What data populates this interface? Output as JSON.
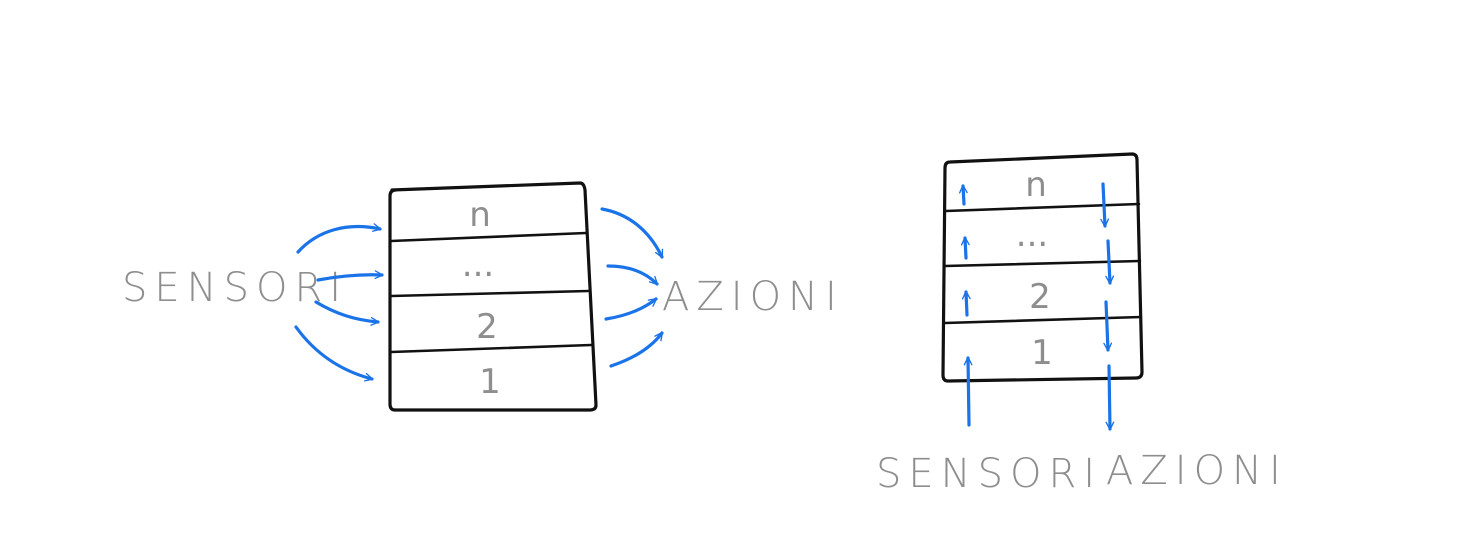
{
  "horizontal_diagram": {
    "layers": [
      "n",
      "...",
      "2",
      "1"
    ],
    "input_label": "SENSORI",
    "output_label": "AZIONI"
  },
  "vertical_diagram": {
    "layers": [
      "n",
      "...",
      "2",
      "1"
    ],
    "input_label": "SENSORI",
    "output_label": "AZIONI"
  },
  "colors": {
    "arrow": "#1a73e8",
    "frame": "#111111",
    "text": "#8e8e8e"
  }
}
